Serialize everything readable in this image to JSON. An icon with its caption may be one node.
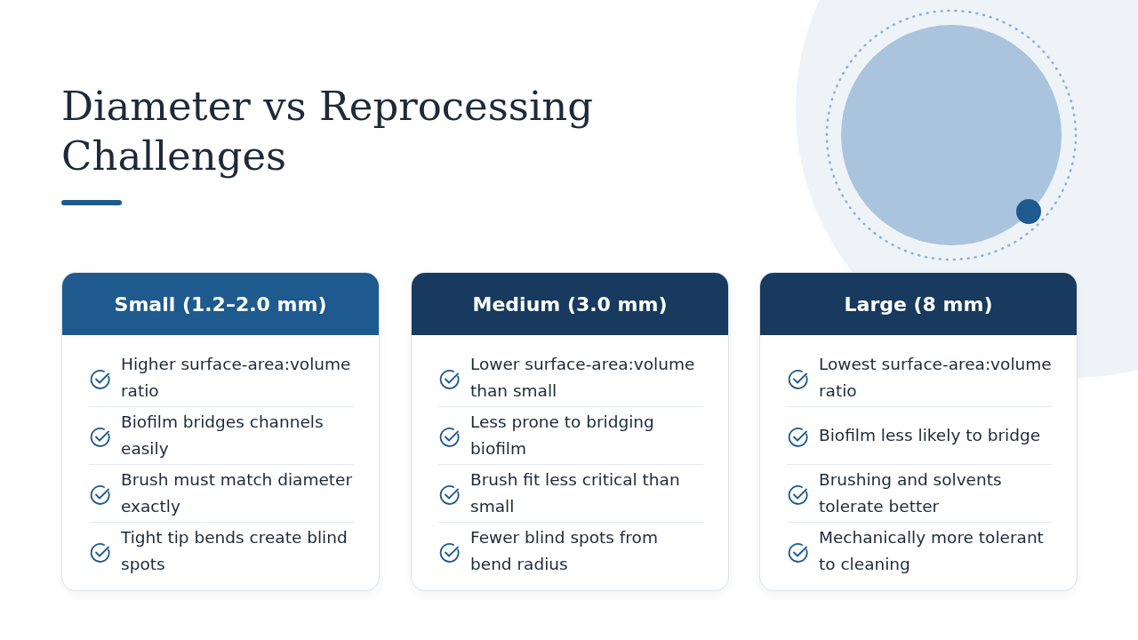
{
  "diagram": {
    "title": "Diameter vs Reprocessing Challenges",
    "nodes": [
      {
        "text": [
          "Small (1.2–2.0 mm)",
          "Higher surface-area:volume ratio",
          "Biofilm bridges channels easily",
          "Brush must match diameter exactly",
          "Tight tip bends create blind spots"
        ]
      },
      {
        "text": [
          "Medium (3.0 mm)",
          "Lower surface-area:volume than small",
          "Less prone to bridging biofilm",
          "Brush fit less critical than small",
          "Fewer blind spots from bend radius"
        ]
      },
      {
        "text": [
          "Large (8 mm)",
          "Lowest surface-area:volume ratio",
          "Biofilm less likely to bridge",
          "Brushing and solvents tolerate better",
          "Mechanically more tolerant to cleaning"
        ]
      }
    ],
    "edges": []
  }
}
